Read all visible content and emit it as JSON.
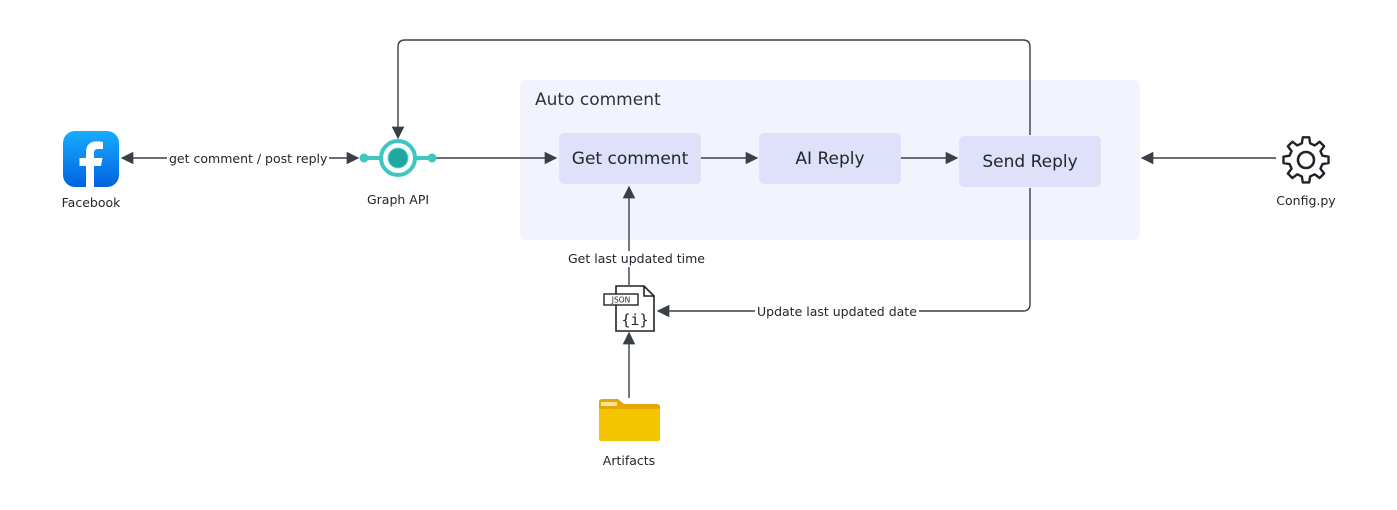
{
  "group": {
    "title": "Auto comment"
  },
  "nodes": {
    "get_comment": "Get comment",
    "ai_reply": "AI Reply",
    "send_reply": "Send Reply"
  },
  "icons": {
    "facebook": {
      "label": "Facebook",
      "icon": "facebook-logo-icon",
      "color": "#1877f2"
    },
    "graph_api": {
      "label": "Graph API",
      "icon": "graph-api-icon",
      "color": "#3cc8c0"
    },
    "config": {
      "label": "Config.py",
      "icon": "gear-icon"
    },
    "json_file": {
      "icon": "json-file-icon",
      "badge": "JSON",
      "glyph": "{i}"
    },
    "artifacts": {
      "label": "Artifacts",
      "icon": "folder-icon",
      "color": "#f5c400"
    }
  },
  "edges": {
    "facebook_graph": "get comment / post reply",
    "json_to_get": "Get last updated time",
    "send_to_json": "Update last updated date"
  }
}
